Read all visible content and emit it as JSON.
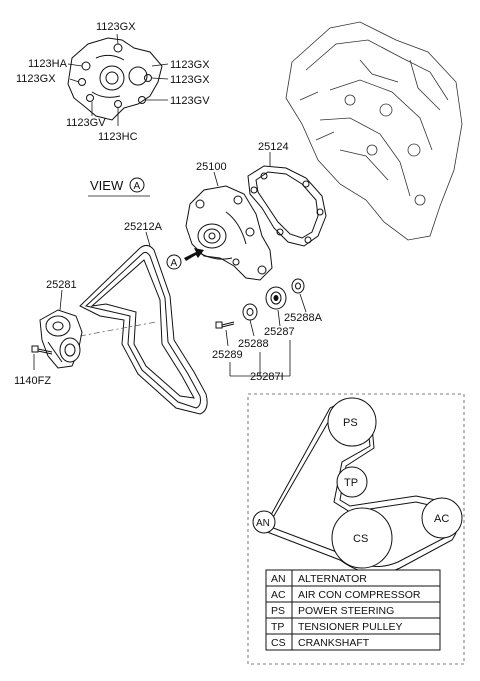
{
  "labels": {
    "p1123gx_top": "1123GX",
    "p1123ha": "1123HA",
    "p1123gx_left": "1123GX",
    "p1123gx_r1": "1123GX",
    "p1123gx_r2": "1123GX",
    "p1123gv_r": "1123GV",
    "p1123gv_b": "1123GV",
    "p1123hc": "1123HC",
    "p25124": "25124",
    "p25100": "25100",
    "view": "VIEW",
    "view_circle": "A",
    "arrow_circle": "A",
    "p25212a": "25212A",
    "p25281": "25281",
    "p1140fz": "1140FZ",
    "p25288a": "25288A",
    "p25287": "25287",
    "p25288": "25288",
    "p25289": "25289",
    "p25287i": "25287I"
  },
  "belt_diagram": {
    "pulleys": [
      "PS",
      "TP",
      "AN",
      "CS",
      "AC"
    ]
  },
  "legend": [
    {
      "code": "AN",
      "name": "ALTERNATOR"
    },
    {
      "code": "AC",
      "name": "AIR CON COMPRESSOR"
    },
    {
      "code": "PS",
      "name": "POWER STEERING"
    },
    {
      "code": "TP",
      "name": "TENSIONER PULLEY"
    },
    {
      "code": "CS",
      "name": "CRANKSHAFT"
    }
  ]
}
